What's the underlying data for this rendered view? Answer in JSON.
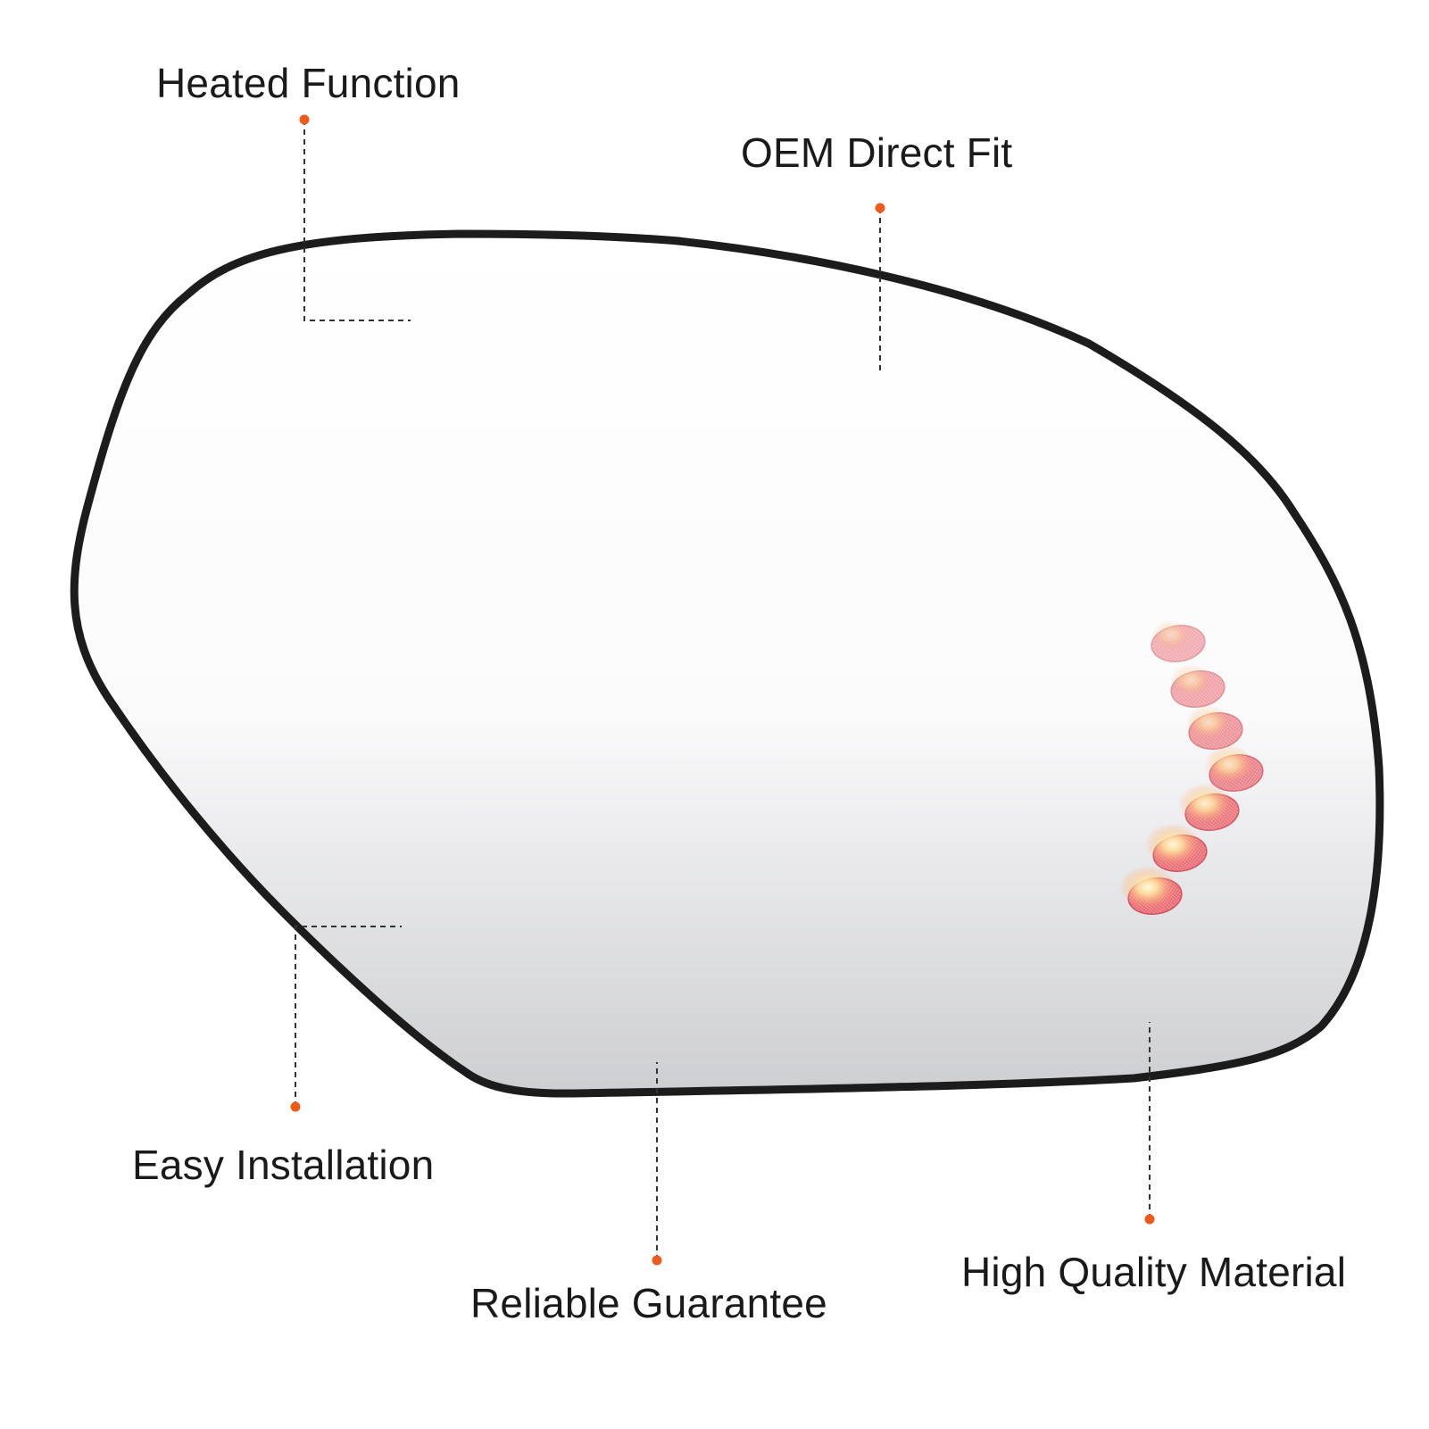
{
  "callouts": {
    "heated_function": "Heated Function",
    "oem_direct_fit": "OEM Direct Fit",
    "easy_installation": "Easy Installation",
    "reliable_guarantee": "Reliable Guarantee",
    "high_quality_material": "High Quality Material"
  },
  "colors": {
    "accent_dot": "#f05a1a",
    "mirror_frame": "#1c1c1c",
    "leader_line": "#333333",
    "glass_top": "#ffffff",
    "glass_bottom": "#cfd0d3",
    "turn_signal": "#e8646e"
  }
}
